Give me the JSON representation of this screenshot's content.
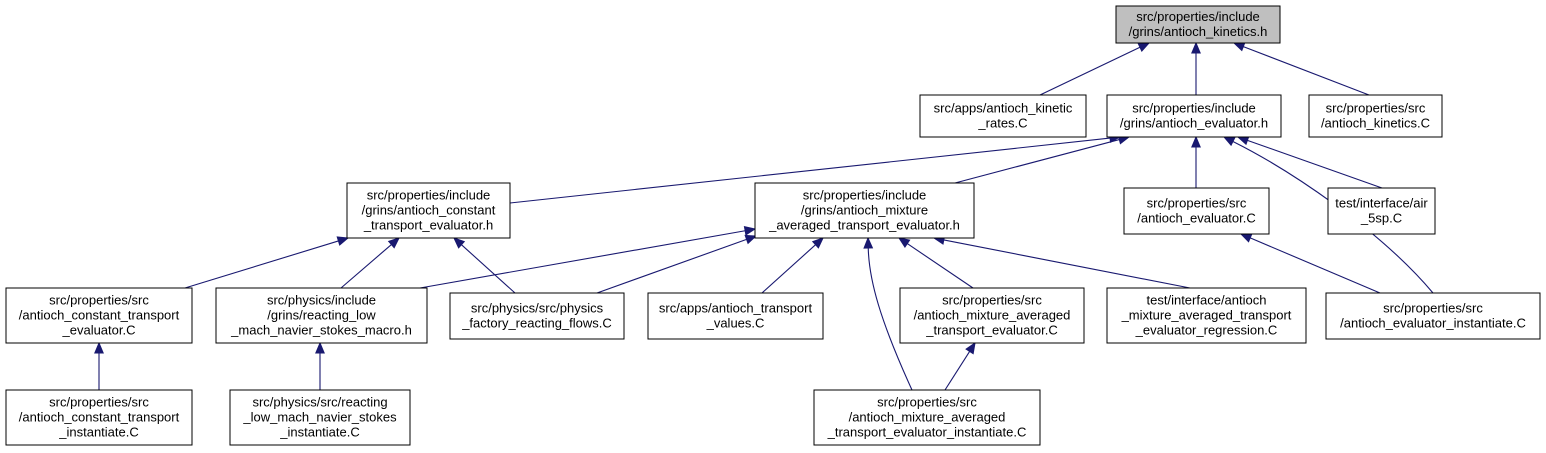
{
  "nodes": [
    {
      "id": "n0",
      "name": "node-antioch-kinetics-h",
      "lines": [
        "src/properties/include",
        "/grins/antioch_kinetics.h"
      ],
      "root": true
    },
    {
      "id": "n1",
      "name": "node-apps-antioch-kinetic-rates-c",
      "lines": [
        "src/apps/antioch_kinetic",
        "_rates.C"
      ]
    },
    {
      "id": "n2",
      "name": "node-antioch-evaluator-h",
      "lines": [
        "src/properties/include",
        "/grins/antioch_evaluator.h"
      ]
    },
    {
      "id": "n3",
      "name": "node-src-antioch-kinetics-c",
      "lines": [
        "src/properties/src",
        "/antioch_kinetics.C"
      ]
    },
    {
      "id": "n4",
      "name": "node-antioch-constant-transport-evaluator-h",
      "lines": [
        "src/properties/include",
        "/grins/antioch_constant",
        "_transport_evaluator.h"
      ]
    },
    {
      "id": "n5",
      "name": "node-antioch-mixture-averaged-transport-evaluator-h",
      "lines": [
        "src/properties/include",
        "/grins/antioch_mixture",
        "_averaged_transport_evaluator.h"
      ]
    },
    {
      "id": "n6",
      "name": "node-src-antioch-evaluator-c",
      "lines": [
        "src/properties/src",
        "/antioch_evaluator.C"
      ]
    },
    {
      "id": "n7",
      "name": "node-test-interface-air-5sp-c",
      "lines": [
        "test/interface/air",
        "_5sp.C"
      ]
    },
    {
      "id": "n8",
      "name": "node-src-antioch-constant-transport-evaluator-c",
      "lines": [
        "src/properties/src",
        "/antioch_constant_transport",
        "_evaluator.C"
      ]
    },
    {
      "id": "n9",
      "name": "node-reacting-low-mach-navier-stokes-macro-h",
      "lines": [
        "src/physics/include",
        "/grins/reacting_low",
        "_mach_navier_stokes_macro.h"
      ]
    },
    {
      "id": "n10",
      "name": "node-physics-factory-reacting-flows-c",
      "lines": [
        "src/physics/src/physics",
        "_factory_reacting_flows.C"
      ]
    },
    {
      "id": "n11",
      "name": "node-apps-antioch-transport-values-c",
      "lines": [
        "src/apps/antioch_transport",
        "_values.C"
      ]
    },
    {
      "id": "n12",
      "name": "node-src-antioch-mixture-averaged-transport-evaluator-c",
      "lines": [
        "src/properties/src",
        "/antioch_mixture_averaged",
        "_transport_evaluator.C"
      ]
    },
    {
      "id": "n13",
      "name": "node-test-mixture-averaged-transport-evaluator-regression-c",
      "lines": [
        "test/interface/antioch",
        "_mixture_averaged_transport",
        "_evaluator_regression.C"
      ]
    },
    {
      "id": "n14",
      "name": "node-src-antioch-evaluator-instantiate-c",
      "lines": [
        "src/properties/src",
        "/antioch_evaluator_instantiate.C"
      ]
    },
    {
      "id": "n15",
      "name": "node-src-antioch-constant-transport-instantiate-c",
      "lines": [
        "src/properties/src",
        "/antioch_constant_transport",
        "_instantiate.C"
      ]
    },
    {
      "id": "n16",
      "name": "node-reacting-low-mach-navier-stokes-instantiate-c",
      "lines": [
        "src/physics/src/reacting",
        "_low_mach_navier_stokes",
        "_instantiate.C"
      ]
    },
    {
      "id": "n17",
      "name": "node-src-antioch-mixture-averaged-transport-evaluator-instantiate-c",
      "lines": [
        "src/properties/src",
        "/antioch_mixture_averaged",
        "_transport_evaluator_instantiate.C"
      ]
    }
  ],
  "edges": [
    {
      "from": "n1",
      "to": "n0"
    },
    {
      "from": "n2",
      "to": "n0"
    },
    {
      "from": "n3",
      "to": "n0"
    },
    {
      "from": "n4",
      "to": "n2"
    },
    {
      "from": "n5",
      "to": "n2"
    },
    {
      "from": "n6",
      "to": "n2"
    },
    {
      "from": "n7",
      "to": "n2"
    },
    {
      "from": "n14",
      "to": "n2"
    },
    {
      "from": "n8",
      "to": "n4"
    },
    {
      "from": "n9",
      "to": "n4"
    },
    {
      "from": "n10",
      "to": "n4"
    },
    {
      "from": "n9",
      "to": "n5"
    },
    {
      "from": "n10",
      "to": "n5"
    },
    {
      "from": "n11",
      "to": "n5"
    },
    {
      "from": "n12",
      "to": "n5"
    },
    {
      "from": "n13",
      "to": "n5"
    },
    {
      "from": "n17",
      "to": "n5"
    },
    {
      "from": "n14",
      "to": "n6"
    },
    {
      "from": "n15",
      "to": "n8"
    },
    {
      "from": "n16",
      "to": "n9"
    },
    {
      "from": "n17",
      "to": "n12"
    }
  ]
}
